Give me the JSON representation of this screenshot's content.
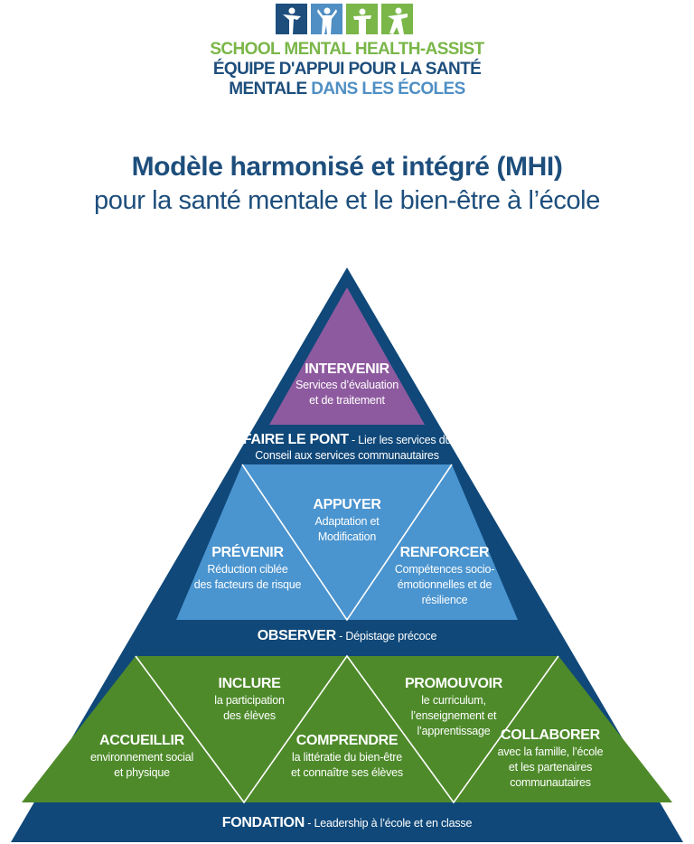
{
  "header": {
    "logo": {
      "icon": "dancing-figures-logo-icon",
      "line1": "SCHOOL MENTAL HEALTH-ASSIST",
      "line2": "ÉQUIPE D'APPUI POUR LA SANTÉ",
      "line3a": "MENTALE",
      "line3b": "DANS LES ÉCOLES"
    },
    "title": "Modèle harmonisé et intégré (MHI)",
    "subtitle": "pour la santé mentale et le bien-être à l’école"
  },
  "colors": {
    "navy": "#0f4879",
    "purple": "#8e5a9f",
    "blue": "#4a94cf",
    "green": "#4e8a2a",
    "logo_green": "#7ab648",
    "logo_navy": "#1d4e7c",
    "logo_blue": "#4f8fc4"
  },
  "pyramid": {
    "intervenir": {
      "title": "INTERVENIR",
      "desc1": "Services d’évaluation",
      "desc2": "et de traitement"
    },
    "faire_le_pont": {
      "title": "FAIRE LE PONT",
      "sep": " - ",
      "desc1": "Lier les services du",
      "desc2": "Conseil aux services communautaires"
    },
    "appuyer": {
      "title": "APPUYER",
      "desc1": "Adaptation et",
      "desc2": "Modification"
    },
    "prevenir": {
      "title": "PRÉVENIR",
      "desc1": "Réduction ciblée",
      "desc2": "des facteurs de risque"
    },
    "renforcer": {
      "title": "RENFORCER",
      "desc1": "Compétences socio-",
      "desc2": "émotionnelles et de",
      "desc3": "résilience"
    },
    "observer": {
      "title": "OBSERVER",
      "sep": " - ",
      "desc": "Dépistage précoce"
    },
    "inclure": {
      "title": "INCLURE",
      "desc1": "la participation",
      "desc2": "des élèves"
    },
    "promouvoir": {
      "title": "PROMOUVOIR",
      "desc1": "le curriculum,",
      "desc2": "l’enseignement et",
      "desc3": "l’apprentissage"
    },
    "accueillir": {
      "title": "ACCUEILLIR",
      "desc1": "environnement social",
      "desc2": "et physique"
    },
    "comprendre": {
      "title": "COMPRENDRE",
      "desc1": "la littératie du bien-être",
      "desc2": "et connaître ses élèves"
    },
    "collaborer": {
      "title": "COLLABORER",
      "desc1": "avec la famille, l’école",
      "desc2": "et les partenaires",
      "desc3": "communautaires"
    },
    "fondation": {
      "title": "FONDATION",
      "sep": " - ",
      "desc": "Leadership à l’école et en classe"
    }
  }
}
